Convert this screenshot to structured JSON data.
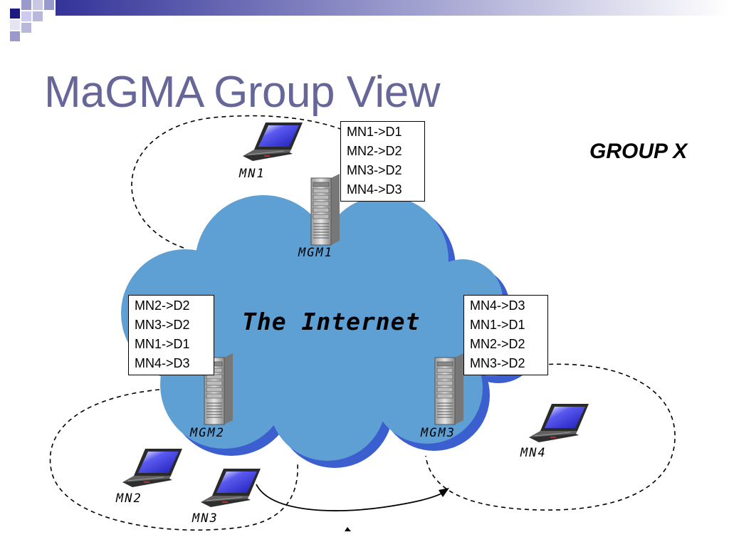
{
  "slide": {
    "title": "MaGMA Group View",
    "group_label": "GROUP X",
    "internet_label": "The Internet"
  },
  "mobile_nodes": [
    {
      "id": "mn1",
      "label": "MN1"
    },
    {
      "id": "mn2",
      "label": "MN2"
    },
    {
      "id": "mn3",
      "label": "MN3"
    },
    {
      "id": "mn4",
      "label": "MN4"
    }
  ],
  "managers": [
    {
      "id": "mgm1",
      "label": "MGM1",
      "table": [
        "MN1->D1",
        "MN2->D2",
        "MN3->D2",
        "MN4->D3"
      ]
    },
    {
      "id": "mgm2",
      "label": "MGM2",
      "table": [
        "MN2->D2",
        "MN3->D2",
        "MN1->D1",
        "MN4->D3"
      ]
    },
    {
      "id": "mgm3",
      "label": "MGM3",
      "table": [
        "MN4->D3",
        "MN1->D1",
        "MN2->D2",
        "MN3->D2"
      ]
    }
  ],
  "colors": {
    "title": "#666699",
    "cloud_fill": "#5e9fd4",
    "cloud_shadow": "#3b5fcf",
    "banner": "#333399",
    "laptop_screen": "#3a3ad6"
  }
}
